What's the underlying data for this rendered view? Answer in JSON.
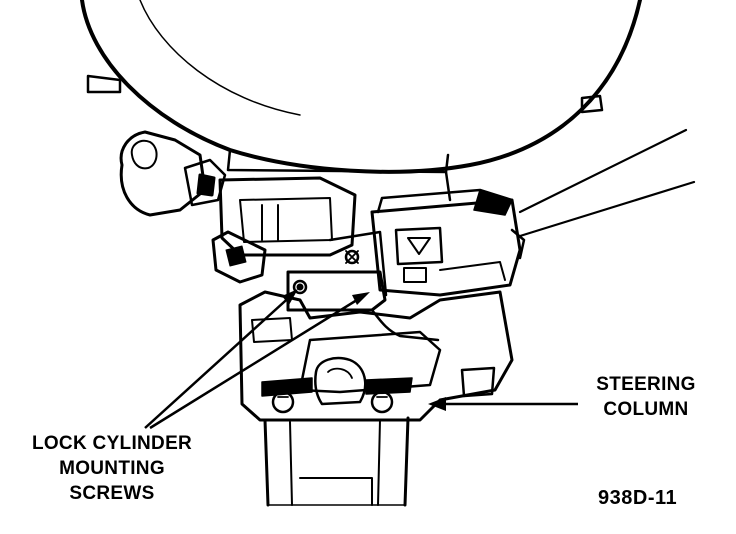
{
  "labels": {
    "lock_cylinder": [
      "LOCK CYLINDER",
      "MOUNTING",
      "SCREWS"
    ],
    "steering_column": [
      "STEERING",
      "COLUMN"
    ],
    "figure_id": "938D-11"
  },
  "colors": {
    "ink": "#000000",
    "paper": "#ffffff"
  }
}
